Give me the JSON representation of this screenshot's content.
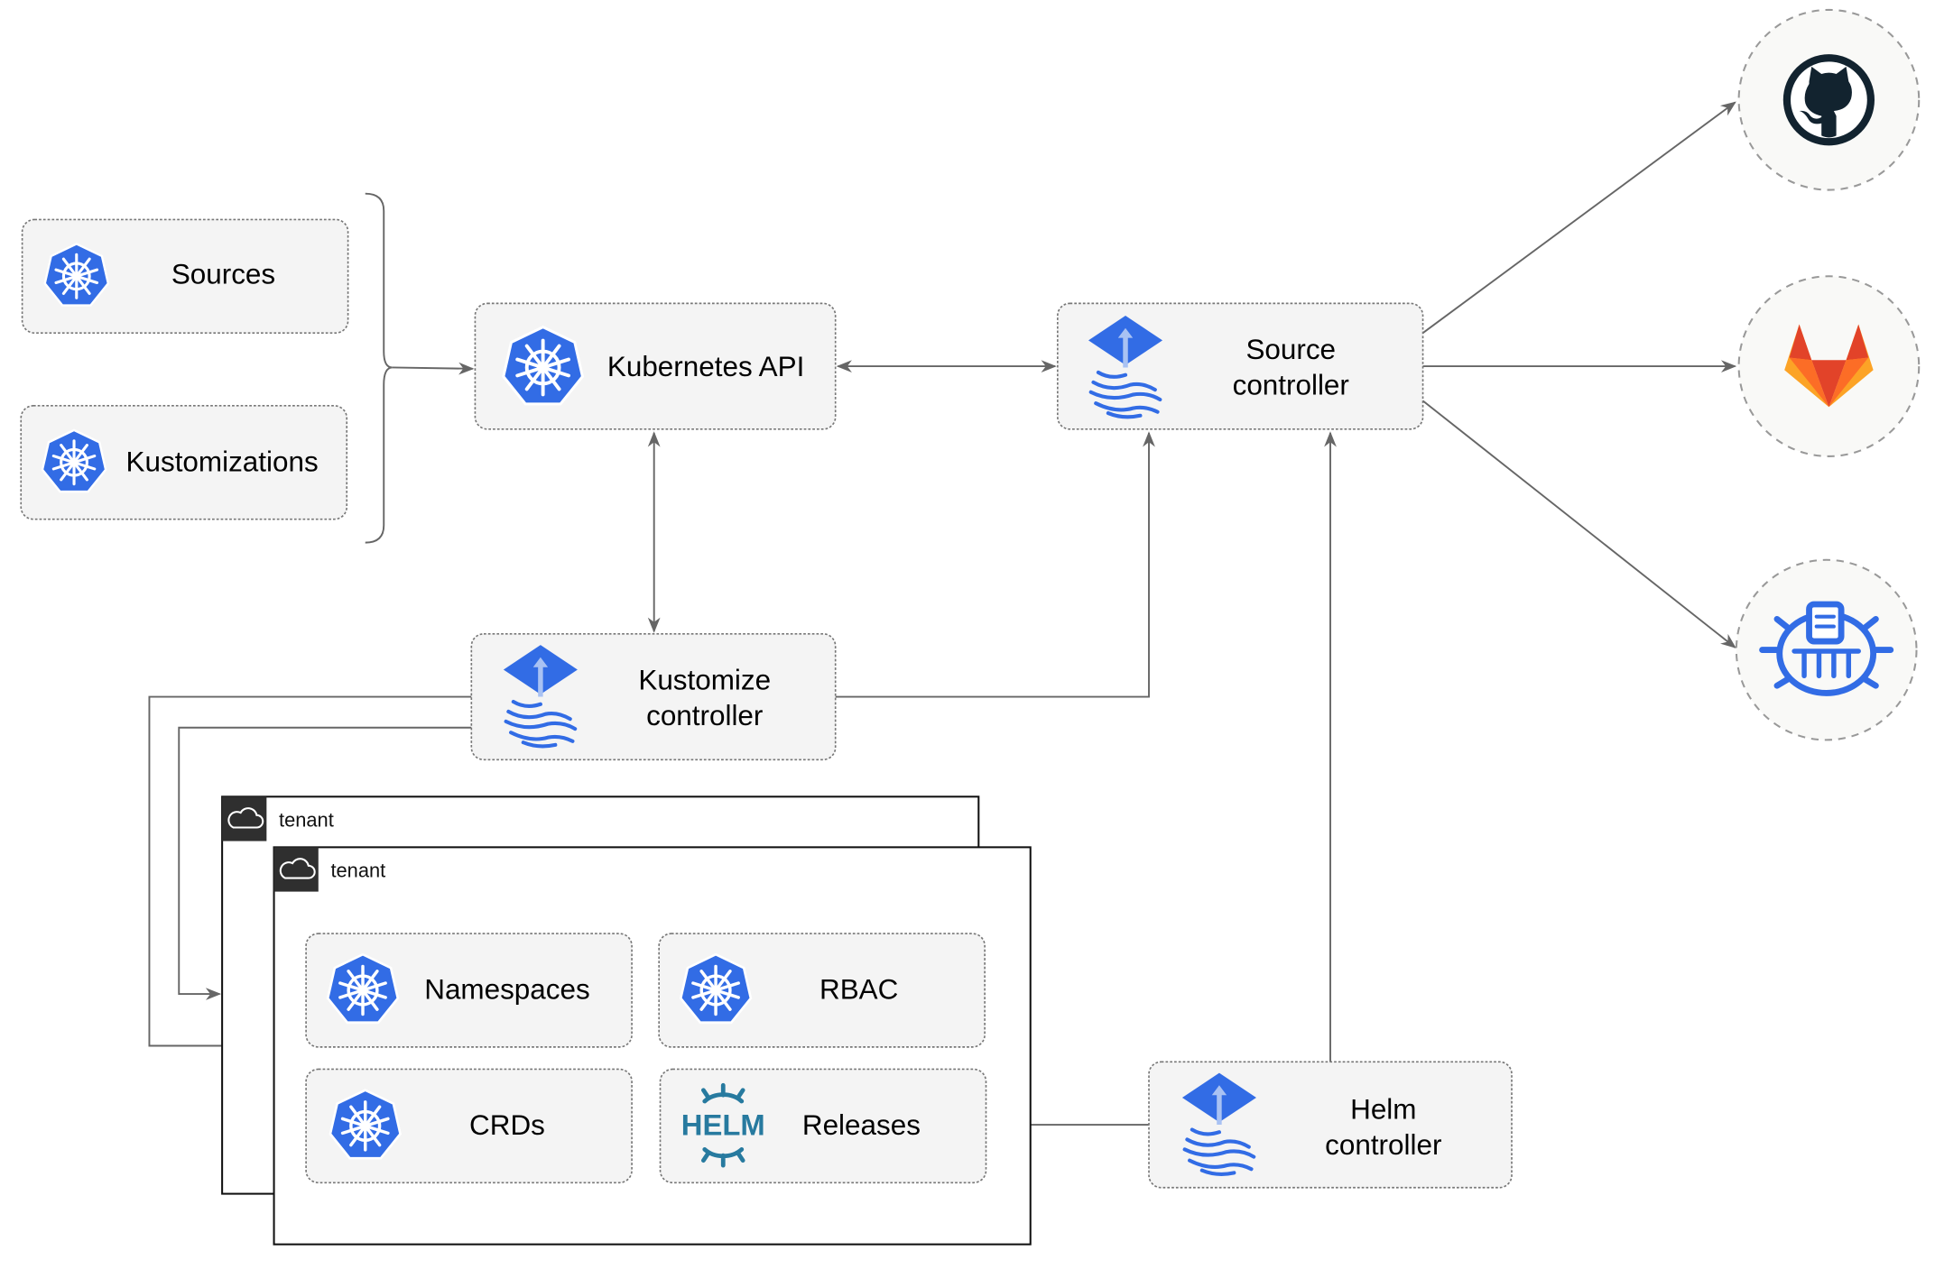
{
  "nodes": {
    "sources": "Sources",
    "kustomizations": "Kustomizations",
    "kubernetes_api": "Kubernetes API",
    "source_controller": [
      "Source",
      "controller"
    ],
    "kustomize_controller": [
      "Kustomize",
      "controller"
    ],
    "helm_controller": [
      "Helm",
      "controller"
    ],
    "namespaces": "Namespaces",
    "rbac": "RBAC",
    "crds": "CRDs",
    "releases": "Releases"
  },
  "tenants": [
    "tenant",
    "tenant"
  ],
  "external_sources": [
    {
      "icon": "github-icon"
    },
    {
      "icon": "gitlab-icon"
    },
    {
      "icon": "helm-repository-icon"
    }
  ],
  "helm_logo_text": "HELM",
  "colors": {
    "kubernetes_blue": "#326CE5",
    "edge": "#666666",
    "box_fill": "#F4F4F4",
    "gitlab_orange": "#E24329",
    "github_dark": "#12232F"
  }
}
